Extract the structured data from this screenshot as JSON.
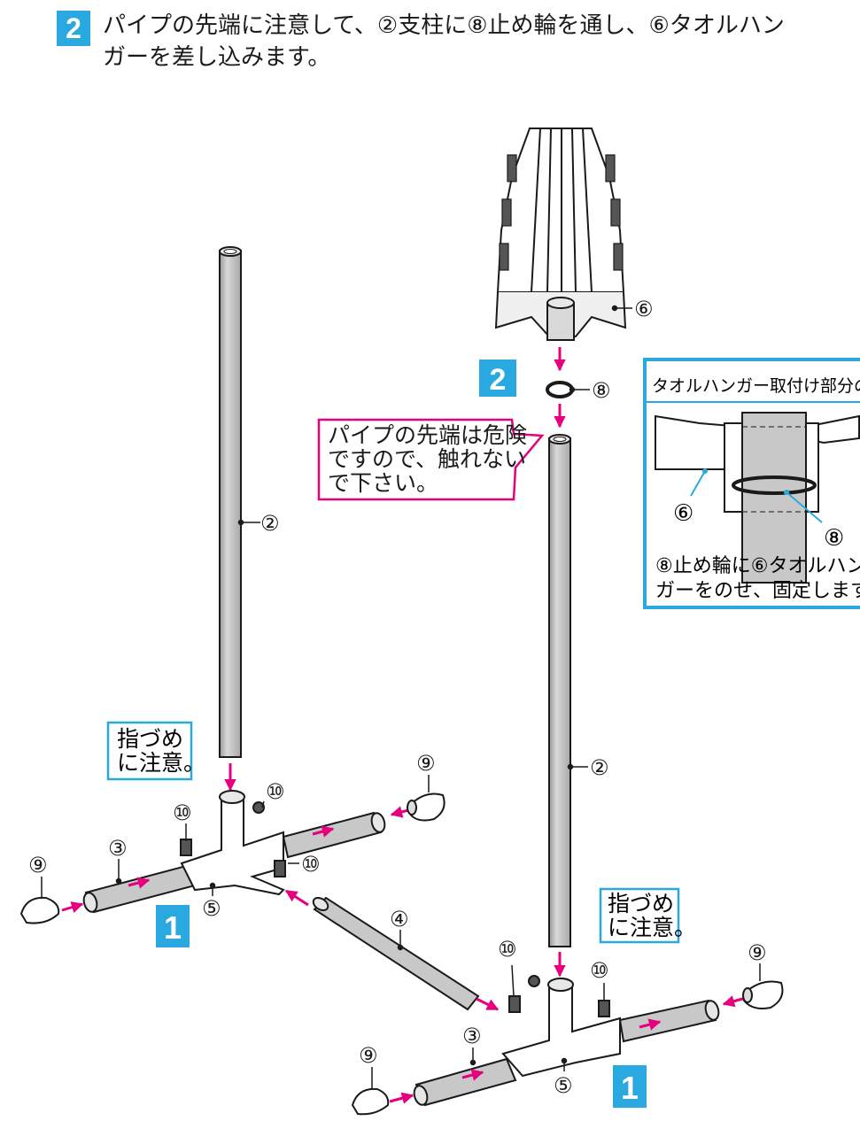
{
  "step": {
    "number": "2",
    "line1": "パイプの先端に注意して、②支柱に⑧止め輪を通し、⑥タオルハン",
    "line2": "ガーを差し込みます。"
  },
  "callouts": {
    "danger": [
      "パイプの先端は危険",
      "ですので、触れない",
      "で下さい。"
    ],
    "pinch": [
      "指づめ",
      "に注意。"
    ]
  },
  "detail": {
    "title": "タオルハンガー取付け部分の詳細",
    "caption": [
      "⑧止め輪に⑥タオルハン",
      "ガーをのせ、固定します。"
    ]
  },
  "badges": {
    "base": "1",
    "ring": "2"
  },
  "part_labels": {
    "pole": "②",
    "connector": "③",
    "bar": "④",
    "tee": "⑤",
    "hanger": "⑥",
    "ring": "⑧",
    "cap": "⑨",
    "knob": "⑩"
  },
  "colors": {
    "accent": "#2aa8e0",
    "arrow": "#e6007e",
    "part": "#c8c8c8",
    "outline": "#1a1a1a"
  }
}
